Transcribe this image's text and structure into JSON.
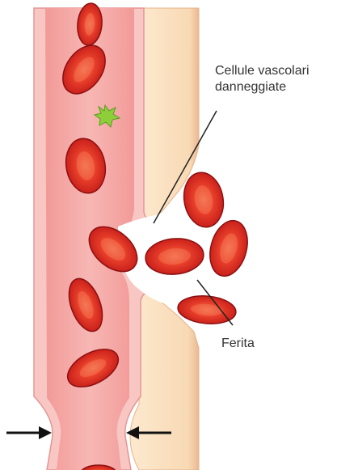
{
  "labels": {
    "damaged_cells": [
      "Cellule vascolari",
      "danneggiate"
    ],
    "wound": "Ferita"
  },
  "colors": {
    "vessel_wall_outer": "#f7c4c0",
    "vessel_wall_edge": "#e79a98",
    "lumen": "#f3a9a7",
    "tissue": "#fbe3c4",
    "tissue_shadow": "#efc8a2",
    "rbc_fill": "#d8231f",
    "rbc_center": "#f26a4b",
    "rbc_edge": "#8a1010",
    "platelet": "#8fce3b",
    "arrow": "#111111",
    "leader": "#222222"
  },
  "icons": {
    "platelet": "green-star-platelet-icon",
    "constriction_arrows": "arrow-right-icon / arrow-left-icon"
  }
}
